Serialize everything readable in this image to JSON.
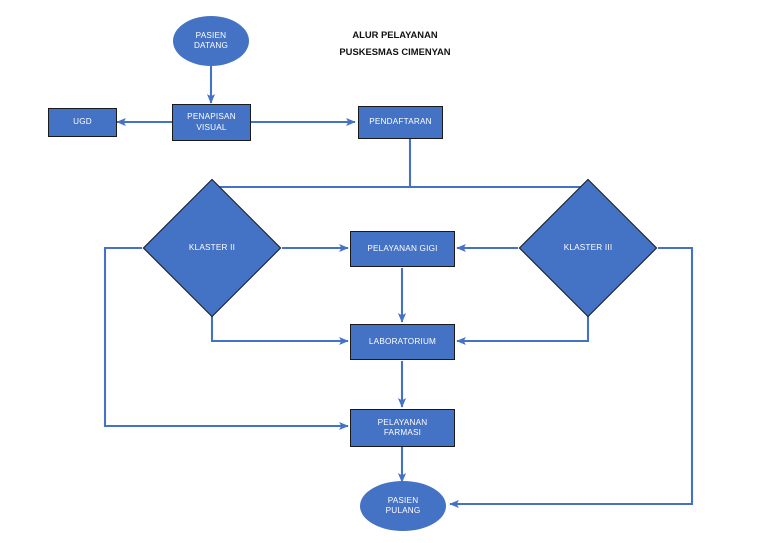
{
  "diagram": {
    "title_line1": "ALUR PELAYANAN",
    "title_line2": "PUSKESMAS CIMENYAN",
    "colors": {
      "node_fill": "#4472C4",
      "node_border": "#1a1a1a",
      "connector": "#4472C4",
      "node_text": "#ffffff",
      "title_text": "#111111",
      "background": "#ffffff"
    },
    "nodes": {
      "pasien_datang": {
        "label": "PASIEN\nDATANG",
        "shape": "terminator"
      },
      "ugd": {
        "label": "UGD",
        "shape": "process"
      },
      "penapisan_visual": {
        "label": "PENAPISAN\nVISUAL",
        "shape": "process"
      },
      "pendaftaran": {
        "label": "PENDAFTARAN",
        "shape": "process"
      },
      "klaster_ii": {
        "label": "KLASTER II",
        "shape": "decision"
      },
      "klaster_iii": {
        "label": "KLASTER III",
        "shape": "decision"
      },
      "pelayanan_gigi": {
        "label": "PELAYANAN GIGI",
        "shape": "process"
      },
      "laboratorium": {
        "label": "LABORATORIUM",
        "shape": "process"
      },
      "pelayanan_farmasi": {
        "label": "PELAYANAN\nFARMASI",
        "shape": "process"
      },
      "pasien_pulang": {
        "label": "PASIEN\nPULANG",
        "shape": "terminator"
      }
    },
    "edges": [
      {
        "name": "pasien-datang-to-penapisan",
        "from": "pasien_datang",
        "to": "penapisan_visual"
      },
      {
        "name": "penapisan-to-ugd",
        "from": "penapisan_visual",
        "to": "ugd"
      },
      {
        "name": "penapisan-to-pendaftaran",
        "from": "penapisan_visual",
        "to": "pendaftaran"
      },
      {
        "name": "pendaftaran-to-klaster-ii",
        "from": "pendaftaran",
        "to": "klaster_ii"
      },
      {
        "name": "pendaftaran-to-klaster-iii",
        "from": "pendaftaran",
        "to": "klaster_iii"
      },
      {
        "name": "klaster-ii-to-pelayanan-gigi",
        "from": "klaster_ii",
        "to": "pelayanan_gigi"
      },
      {
        "name": "klaster-ii-to-laboratorium",
        "from": "klaster_ii",
        "to": "laboratorium"
      },
      {
        "name": "klaster-ii-to-pelayanan-farmasi",
        "from": "klaster_ii",
        "to": "pelayanan_farmasi"
      },
      {
        "name": "klaster-iii-to-pelayanan-gigi",
        "from": "klaster_iii",
        "to": "pelayanan_gigi"
      },
      {
        "name": "klaster-iii-to-laboratorium",
        "from": "klaster_iii",
        "to": "laboratorium"
      },
      {
        "name": "klaster-iii-to-pasien-pulang",
        "from": "klaster_iii",
        "to": "pasien_pulang"
      },
      {
        "name": "pelayanan-gigi-to-laboratorium",
        "from": "pelayanan_gigi",
        "to": "laboratorium"
      },
      {
        "name": "laboratorium-to-pelayanan-farmasi",
        "from": "laboratorium",
        "to": "pelayanan_farmasi"
      },
      {
        "name": "pelayanan-farmasi-to-pasien-pulang",
        "from": "pelayanan_farmasi",
        "to": "pasien_pulang"
      }
    ]
  }
}
